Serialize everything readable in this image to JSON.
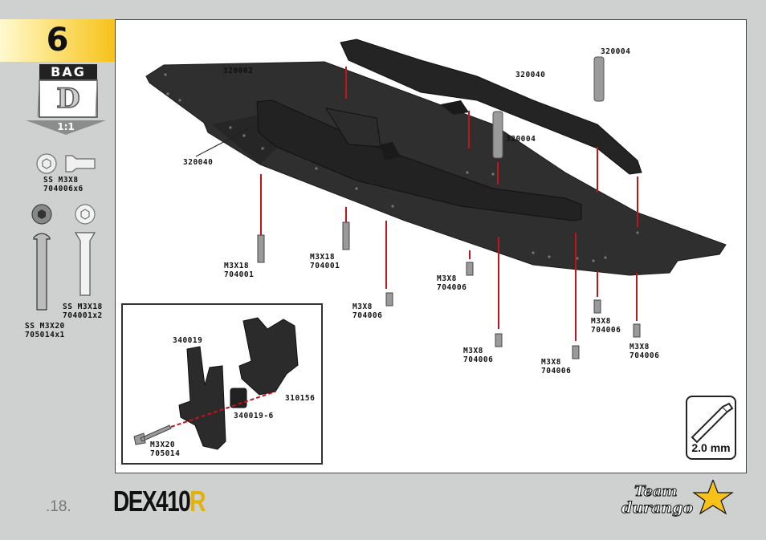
{
  "step": {
    "number": "6"
  },
  "bag": {
    "title": "BAG",
    "letter": "D",
    "ratio": "1:1"
  },
  "hardware": [
    {
      "name": "SS M3X8",
      "code": "704006x6"
    },
    {
      "name": "SS M3X18",
      "code": "704001x2"
    },
    {
      "name": "SS M3X20",
      "code": "705014x1"
    }
  ],
  "parts": {
    "chassis": "320002",
    "rail_left": "320040",
    "rail_right": "320040",
    "post_front": "320004",
    "post_mid": "320004",
    "screw_a": {
      "name": "M3X18",
      "code": "704001"
    },
    "screw_b": {
      "name": "M3X18",
      "code": "704001"
    },
    "screw_c": {
      "name": "M3X8",
      "code": "704006"
    },
    "screw_d": {
      "name": "M3X8",
      "code": "704006"
    },
    "screw_e": {
      "name": "M3X8",
      "code": "704006"
    },
    "screw_f": {
      "name": "M3X8",
      "code": "704006"
    },
    "screw_g": {
      "name": "M3X8",
      "code": "704006"
    },
    "screw_h": {
      "name": "M3X8",
      "code": "704006"
    }
  },
  "inset": {
    "part_a": "340019",
    "part_b": "310156",
    "part_c": "340019-6",
    "screw": {
      "name": "M3X20",
      "code": "705014"
    }
  },
  "tool": {
    "size": "2.0 mm"
  },
  "footer": {
    "page": ".18.",
    "model": "DEX410",
    "model_suffix": "R",
    "brand_line1": "Team",
    "brand_line2": "durango"
  },
  "colors": {
    "accent": "#f6c21a",
    "guide": "#c0161b",
    "part": "#2b2b2b"
  }
}
